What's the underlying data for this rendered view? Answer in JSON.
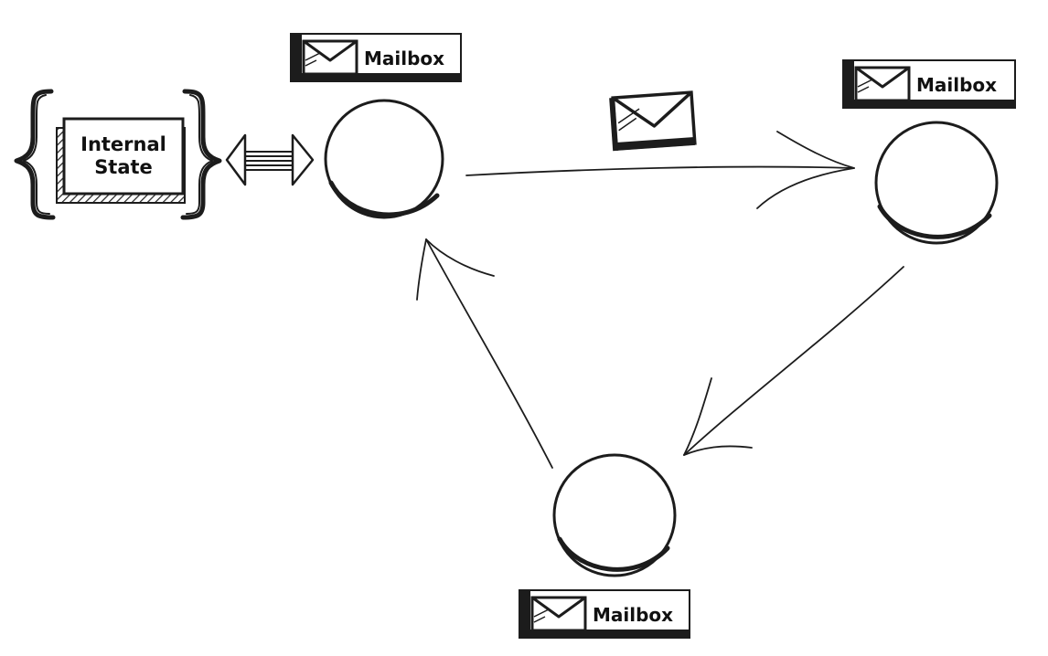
{
  "diagram": {
    "actors": [
      {
        "id": "actor-top-left",
        "mailbox_label": "Mailbox"
      },
      {
        "id": "actor-right",
        "mailbox_label": "Mailbox"
      },
      {
        "id": "actor-bottom",
        "mailbox_label": "Mailbox"
      }
    ],
    "state": {
      "line1": "Internal",
      "line2": "State"
    },
    "icons": {
      "mailbox": "envelope-icon",
      "message": "envelope-icon",
      "state_access": "double-arrow-icon"
    },
    "colors": {
      "ink": "#1c1c1c",
      "hatch": "#2a2a2a",
      "background": "#ffffff"
    }
  }
}
